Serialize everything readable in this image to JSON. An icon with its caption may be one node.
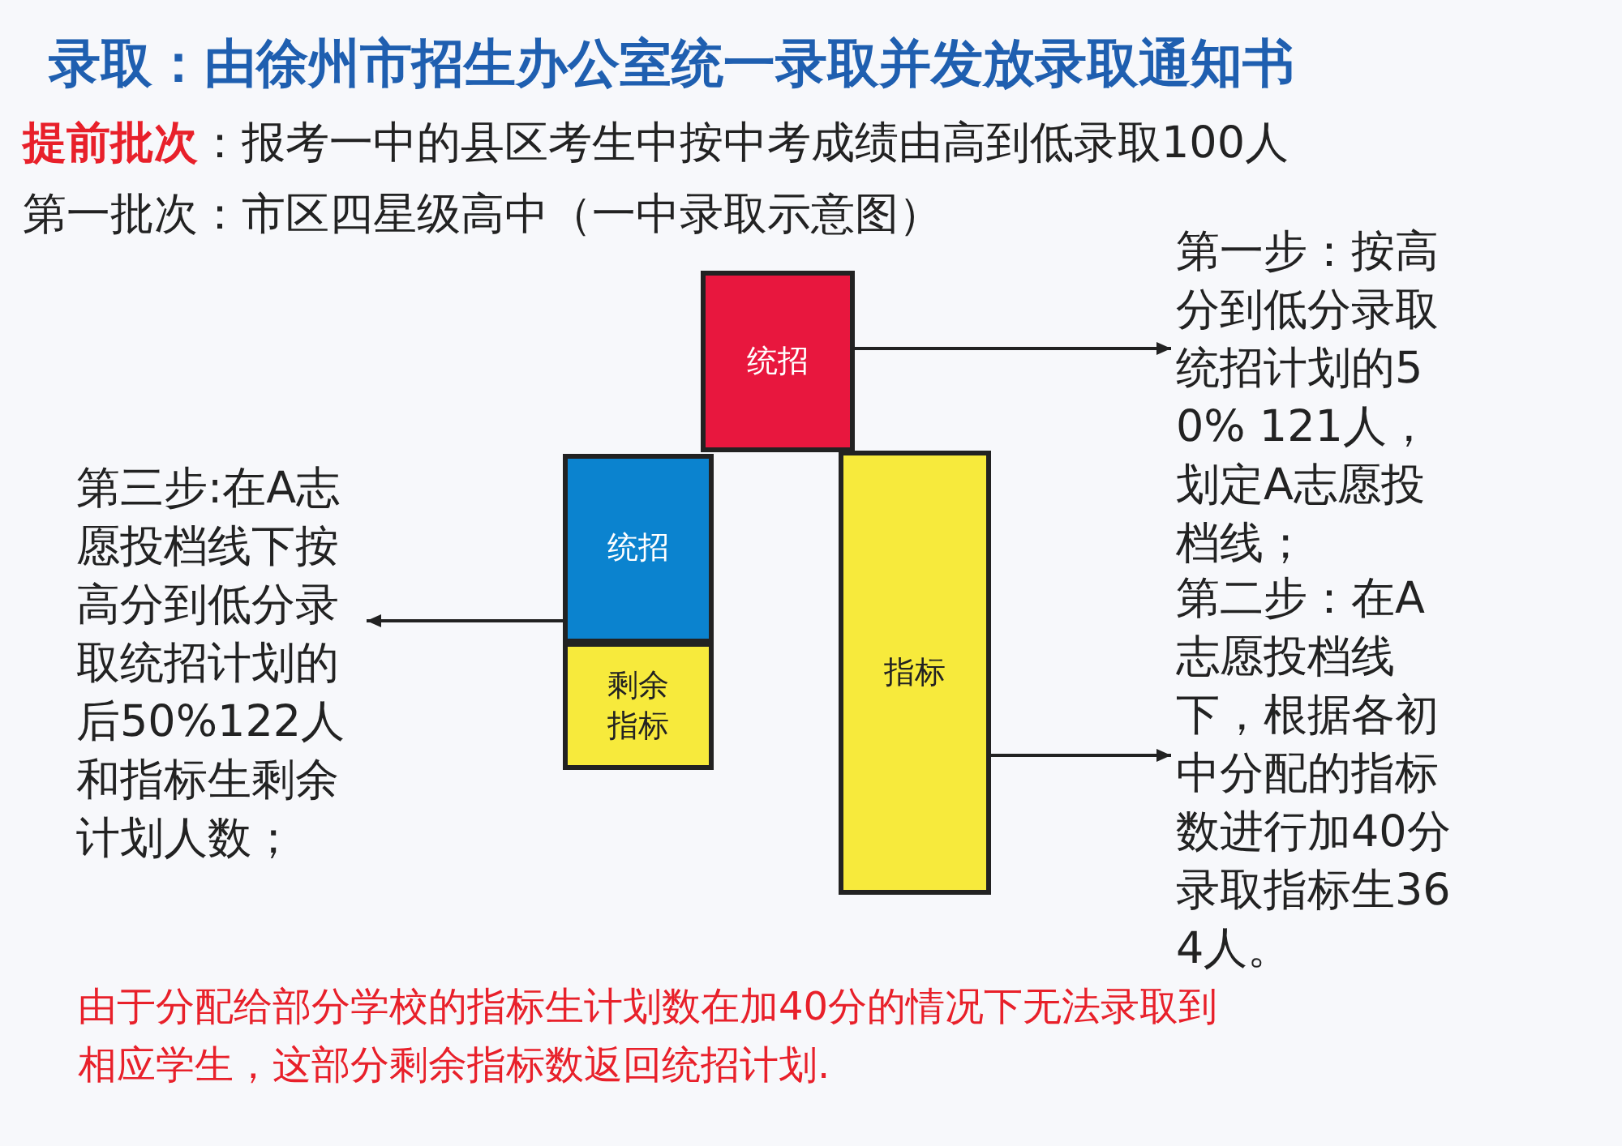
{
  "diagram": {
    "title": "录取：由徐州市招生办公室统一录取并发放录取通知书",
    "nodes": [
      {
        "text": [
          "统招"
        ]
      },
      {
        "text": [
          "统招"
        ]
      },
      {
        "text": [
          "剩余指标"
        ]
      },
      {
        "text": [
          "指标"
        ]
      },
      {
        "text": [
          "第一步：按高分到低分录取统招计划的50% 121人，划定A志愿投档线；"
        ]
      },
      {
        "text": [
          "第二步：在A志愿投档线下，根据各初中分配的指标数进行加40分录取指标生364人。"
        ]
      },
      {
        "text": [
          "第三步:在A志愿投档线下按高分到低分录取统招计划的后50%122人和指标生剩余计划人数；"
        ]
      }
    ],
    "edges": [
      {
        "from": 0,
        "to": 4,
        "arrow": "to"
      },
      {
        "from": 3,
        "to": 5,
        "arrow": "to"
      },
      {
        "from": 1,
        "to": 6,
        "arrow": "to"
      }
    ],
    "labels": [
      "提前批次",
      "：报考一中的县区考生中按中考成绩由高到低录取100人",
      "第一批次：市区四星级高中（一中录取示意图）"
    ],
    "caption": "由于分配给部分学校的指标生计划数在加40分的情况下无法录取到相应学生，这部分剩余指标数返回统招计划."
  }
}
